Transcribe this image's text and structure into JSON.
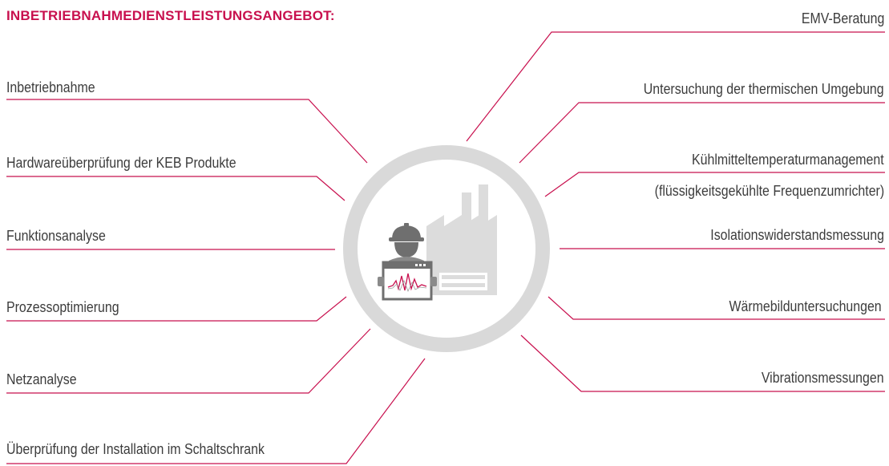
{
  "title": "INBETRIEBNAHMEDIENSTLEISTUNGSANGEBOT:",
  "colors": {
    "accent": "#c8104e",
    "circle": "#d9d9d9",
    "icon": "#6f6f6f"
  },
  "left_items": [
    "Inbetriebnahme",
    "Hardwareüberprüfung der KEB Produkte",
    "Funktionsanalyse",
    "Prozessoptimierung",
    "Netzanalyse",
    "Überprüfung der Installation im Schaltschrank"
  ],
  "right_items": [
    "EMV-Beratung",
    "Untersuchung der thermischen Umgebung",
    "Kühlmitteltemperaturmanagement",
    "(flüssigkeitsgekühlte Frequenzumrichter)",
    "Isolationswiderstandsmessung",
    "Wärmebilduntersuchungen",
    "Vibrationsmessungen"
  ],
  "center_icons": [
    "engineer-icon",
    "monitor-waveform-icon",
    "factory-icon"
  ]
}
